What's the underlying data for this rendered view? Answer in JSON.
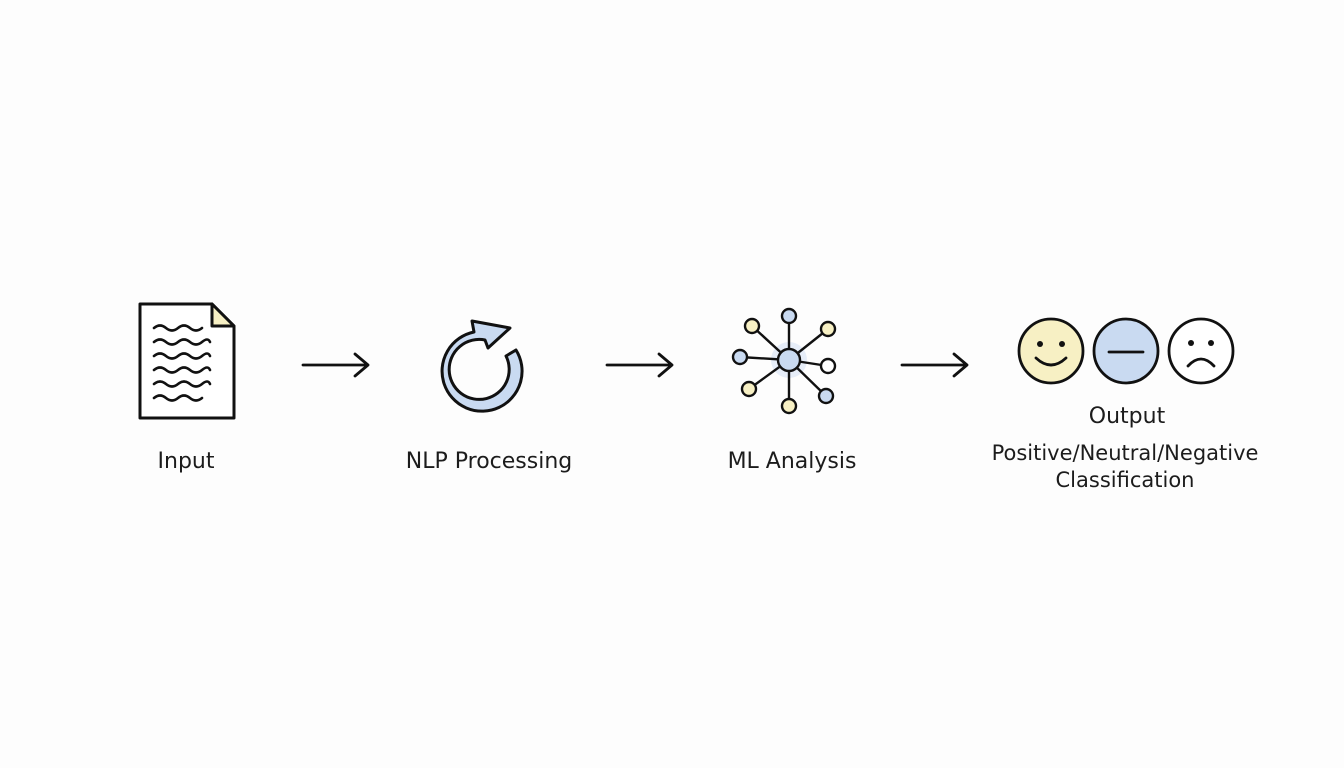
{
  "colors": {
    "stroke": "#111111",
    "accent_blue": "#c9daf1",
    "accent_yellow": "#f7f0c4",
    "background": "#fdfdfd"
  },
  "steps": [
    {
      "label": "Input",
      "icon": "document-icon"
    },
    {
      "label": "NLP Processing",
      "icon": "refresh-icon"
    },
    {
      "label": "ML Analysis",
      "icon": "network-icon"
    },
    {
      "label": "Output",
      "icon": "sentiment-faces-icon",
      "description_line1": "Positive/Neutral/Negative",
      "description_line2": "Classification"
    }
  ],
  "arrows": [
    "arrow-right-icon",
    "arrow-right-icon",
    "arrow-right-icon"
  ]
}
